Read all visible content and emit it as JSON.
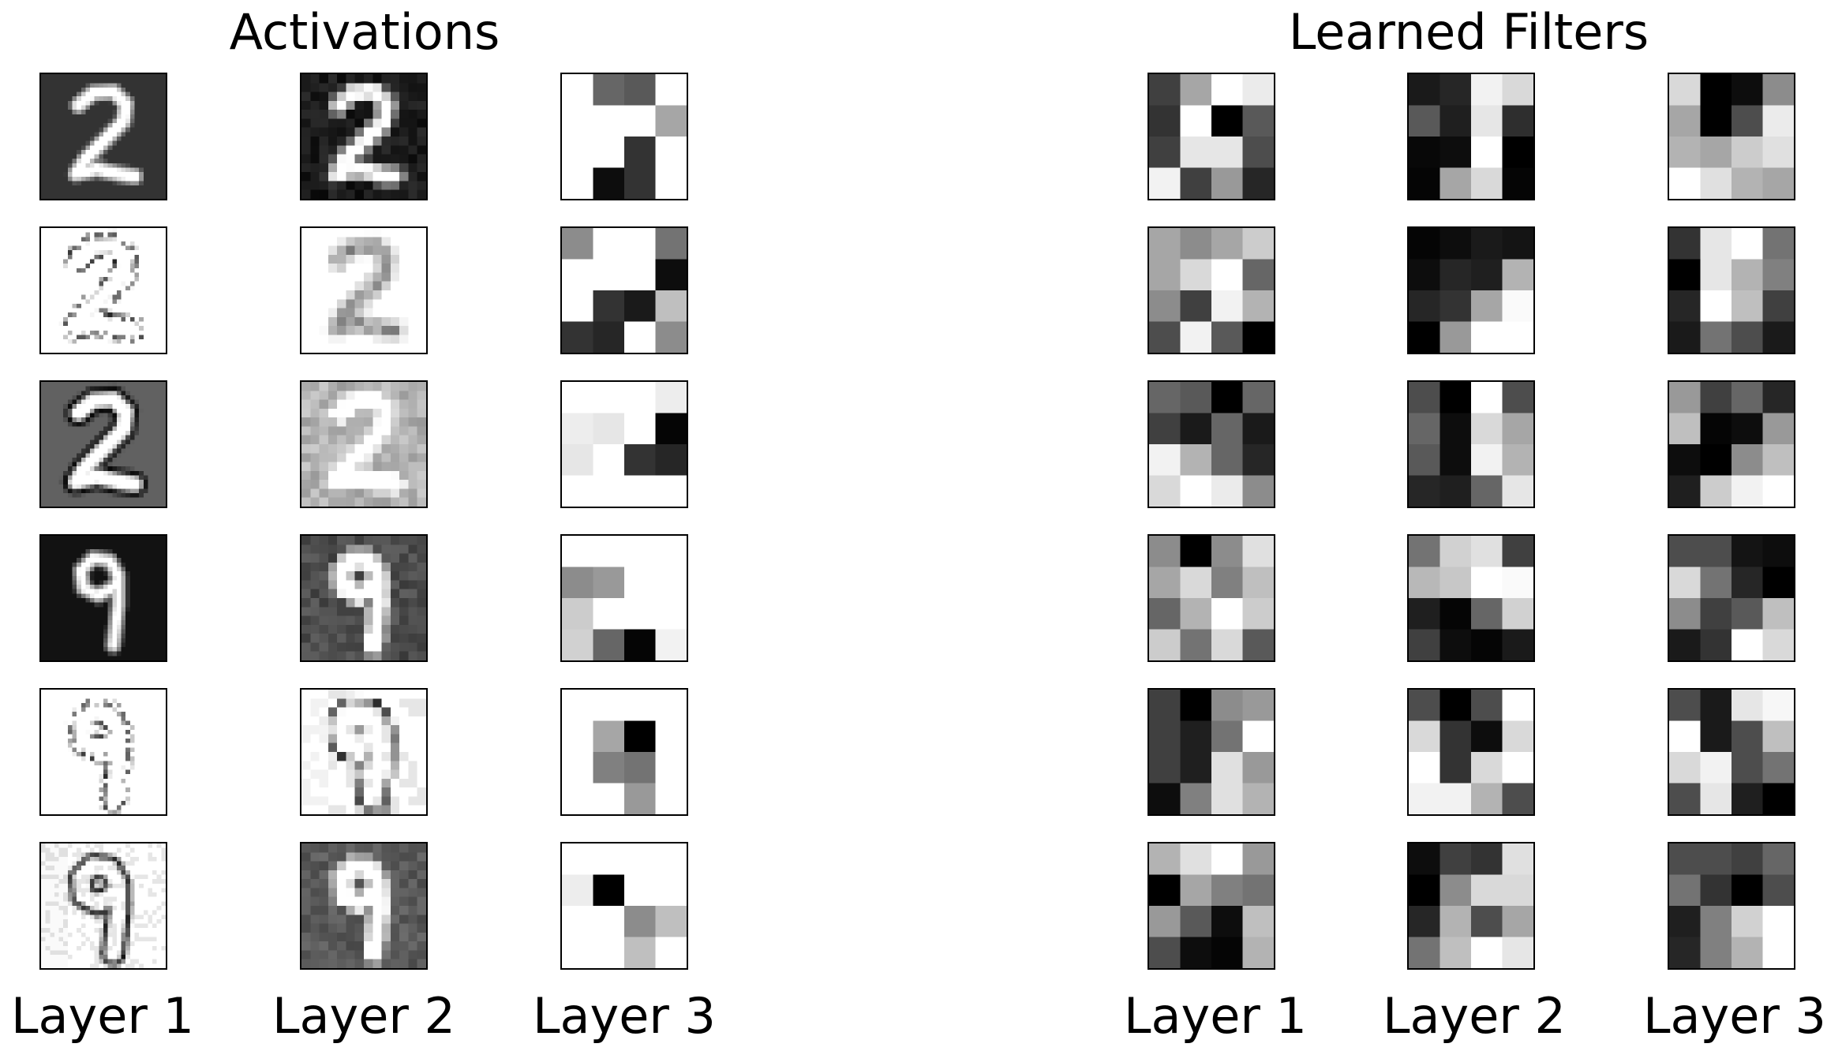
{
  "chart_data": [
    {
      "type": "heatmap",
      "title": "Activations",
      "columns": [
        "Layer 1",
        "Layer 2",
        "Layer 3"
      ],
      "colormap": "gray",
      "value_range": [
        0,
        1
      ],
      "tiles": [
        [
          {
            "size": [
              28,
              28
            ],
            "description": "digit 2 bright on dark gray background"
          },
          {
            "size": [
              14,
              14
            ],
            "description": "digit 2 white on dark mottled background"
          },
          {
            "size": [
              4,
              4
            ],
            "values": [
              [
                1,
                0.4,
                0.35,
                1
              ],
              [
                1,
                1,
                1,
                0.65
              ],
              [
                1,
                1,
                0.2,
                1
              ],
              [
                1,
                0.05,
                0.2,
                1
              ]
            ]
          }
        ],
        [
          {
            "size": [
              28,
              28
            ],
            "description": "sparse dark strokes of digit 2 on white"
          },
          {
            "size": [
              14,
              14
            ],
            "description": "faint gray digit 2 on white"
          },
          {
            "size": [
              4,
              4
            ],
            "values": [
              [
                0.55,
                1,
                1,
                0.45
              ],
              [
                1,
                1,
                1,
                0.05
              ],
              [
                1,
                0.2,
                0.1,
                0.75
              ],
              [
                0.2,
                0.15,
                1,
                0.55
              ]
            ]
          }
        ],
        [
          {
            "size": [
              28,
              28
            ],
            "description": "digit 2 white with dark edge on mid gray"
          },
          {
            "size": [
              14,
              14
            ],
            "description": "digit 2 white on light gray mottled background"
          },
          {
            "size": [
              4,
              4
            ],
            "values": [
              [
                1,
                1,
                1,
                0.93
              ],
              [
                0.93,
                0.9,
                1,
                0.02
              ],
              [
                0.9,
                1,
                0.2,
                0.15
              ],
              [
                1,
                1,
                1,
                1
              ]
            ]
          }
        ],
        [
          {
            "size": [
              28,
              28
            ],
            "description": "digit 9 bright on near-black background"
          },
          {
            "size": [
              14,
              14
            ],
            "description": "digit 9 white on dark gray background"
          },
          {
            "size": [
              4,
              4
            ],
            "values": [
              [
                1,
                1,
                1,
                1
              ],
              [
                0.55,
                0.6,
                1,
                1
              ],
              [
                0.8,
                1,
                1,
                1
              ],
              [
                0.82,
                0.4,
                0.02,
                0.95
              ]
            ]
          }
        ],
        [
          {
            "size": [
              28,
              28
            ],
            "description": "sparse dark strokes of digit 9 on white"
          },
          {
            "size": [
              14,
              14
            ],
            "description": "gray and dark outline of digit 9 on white"
          },
          {
            "size": [
              4,
              4
            ],
            "values": [
              [
                1,
                1,
                1,
                1
              ],
              [
                1,
                0.65,
                0,
                1
              ],
              [
                1,
                0.5,
                0.45,
                1
              ],
              [
                1,
                1,
                0.6,
                1
              ]
            ]
          }
        ],
        [
          {
            "size": [
              28,
              28
            ],
            "description": "dark outline of digit 9 on light gray"
          },
          {
            "size": [
              14,
              14
            ],
            "description": "digit 9 white on dark gray background"
          },
          {
            "size": [
              4,
              4
            ],
            "values": [
              [
                1,
                1,
                1,
                1
              ],
              [
                0.93,
                0,
                1,
                1
              ],
              [
                1,
                1,
                0.55,
                0.75
              ],
              [
                1,
                1,
                0.75,
                1
              ]
            ]
          }
        ]
      ]
    },
    {
      "type": "heatmap",
      "title": "Learned Filters",
      "columns": [
        "Layer 1",
        "Layer 2",
        "Layer 3"
      ],
      "colormap": "gray",
      "value_range": [
        0,
        1
      ],
      "tiles": [
        [
          {
            "size": [
              4,
              4
            ],
            "values": [
              [
                0.25,
                0.65,
                1,
                0.92
              ],
              [
                0.2,
                1,
                0,
                0.35
              ],
              [
                0.25,
                0.9,
                0.9,
                0.3
              ],
              [
                0.95,
                0.25,
                0.6,
                0.15
              ]
            ]
          },
          {
            "size": [
              4,
              4
            ],
            "values": [
              [
                0.1,
                0.15,
                0.95,
                0.85
              ],
              [
                0.35,
                0.12,
                0.9,
                0.18
              ],
              [
                0.03,
                0.05,
                1,
                0
              ],
              [
                0.02,
                0.65,
                0.85,
                0.02
              ]
            ]
          },
          {
            "size": [
              4,
              4
            ],
            "values": [
              [
                0.85,
                0,
                0.05,
                0.55
              ],
              [
                0.65,
                0,
                0.3,
                0.92
              ],
              [
                0.7,
                0.65,
                0.8,
                0.88
              ],
              [
                1,
                0.88,
                0.7,
                0.65
              ]
            ]
          }
        ],
        [
          {
            "size": [
              4,
              4
            ],
            "values": [
              [
                0.65,
                0.55,
                0.65,
                0.8
              ],
              [
                0.65,
                0.85,
                1,
                0.4
              ],
              [
                0.55,
                0.25,
                0.95,
                0.7
              ],
              [
                0.3,
                0.95,
                0.35,
                0
              ]
            ]
          },
          {
            "size": [
              4,
              4
            ],
            "values": [
              [
                0.02,
                0.05,
                0.1,
                0.08
              ],
              [
                0.05,
                0.15,
                0.12,
                0.7
              ],
              [
                0.15,
                0.2,
                0.65,
                0.98
              ],
              [
                0,
                0.6,
                1,
                1
              ]
            ]
          },
          {
            "size": [
              4,
              4
            ],
            "values": [
              [
                0.2,
                0.9,
                1,
                0.45
              ],
              [
                0,
                0.9,
                0.7,
                0.5
              ],
              [
                0.15,
                1,
                0.75,
                0.25
              ],
              [
                0.1,
                0.45,
                0.3,
                0.1
              ]
            ]
          }
        ],
        [
          {
            "size": [
              4,
              4
            ],
            "values": [
              [
                0.4,
                0.35,
                0,
                0.4
              ],
              [
                0.25,
                0.1,
                0.4,
                0.1
              ],
              [
                0.95,
                0.7,
                0.4,
                0.15
              ],
              [
                0.85,
                1,
                0.92,
                0.55
              ]
            ]
          },
          {
            "size": [
              4,
              4
            ],
            "values": [
              [
                0.3,
                0,
                1,
                0.3
              ],
              [
                0.4,
                0.05,
                0.85,
                0.65
              ],
              [
                0.35,
                0.05,
                0.95,
                0.7
              ],
              [
                0.15,
                0.12,
                0.4,
                0.9
              ]
            ]
          },
          {
            "size": [
              4,
              4
            ],
            "values": [
              [
                0.6,
                0.25,
                0.4,
                0.15
              ],
              [
                0.75,
                0.02,
                0.05,
                0.6
              ],
              [
                0.05,
                0,
                0.55,
                0.75
              ],
              [
                0.12,
                0.8,
                0.95,
                1
              ]
            ]
          }
        ],
        [
          {
            "size": [
              4,
              4
            ],
            "values": [
              [
                0.55,
                0,
                0.55,
                0.88
              ],
              [
                0.65,
                0.85,
                0.5,
                0.75
              ],
              [
                0.4,
                0.7,
                1,
                0.8
              ],
              [
                0.8,
                0.45,
                0.85,
                0.35
              ]
            ]
          },
          {
            "size": [
              4,
              4
            ],
            "values": [
              [
                0.45,
                0.82,
                0.88,
                0.25
              ],
              [
                0.72,
                0.78,
                1,
                0.98
              ],
              [
                0.12,
                0.02,
                0.4,
                0.82
              ],
              [
                0.25,
                0.05,
                0.02,
                0.1
              ]
            ]
          },
          {
            "size": [
              4,
              4
            ],
            "values": [
              [
                0.3,
                0.3,
                0.08,
                0.05
              ],
              [
                0.85,
                0.45,
                0.15,
                0
              ],
              [
                0.55,
                0.25,
                0.35,
                0.75
              ],
              [
                0.1,
                0.2,
                1,
                0.85
              ]
            ]
          }
        ],
        [
          {
            "size": [
              4,
              4
            ],
            "values": [
              [
                0.25,
                0,
                0.55,
                0.6
              ],
              [
                0.25,
                0.12,
                0.45,
                1
              ],
              [
                0.25,
                0.12,
                0.88,
                0.6
              ],
              [
                0.05,
                0.5,
                0.88,
                0.7
              ]
            ]
          },
          {
            "size": [
              4,
              4
            ],
            "values": [
              [
                0.3,
                0,
                0.3,
                1
              ],
              [
                0.85,
                0.2,
                0.05,
                0.85
              ],
              [
                1,
                0.2,
                0.85,
                1
              ],
              [
                0.95,
                0.95,
                0.7,
                0.3
              ]
            ]
          },
          {
            "size": [
              4,
              4
            ],
            "values": [
              [
                0.3,
                0.1,
                0.9,
                0.97
              ],
              [
                1,
                0.1,
                0.3,
                0.75
              ],
              [
                0.85,
                0.95,
                0.3,
                0.45
              ],
              [
                0.3,
                0.9,
                0.12,
                0
              ]
            ]
          }
        ],
        [
          {
            "size": [
              4,
              4
            ],
            "values": [
              [
                0.7,
                0.88,
                1,
                0.6
              ],
              [
                0,
                0.65,
                0.5,
                0.45
              ],
              [
                0.6,
                0.35,
                0.05,
                0.75
              ],
              [
                0.3,
                0.05,
                0.02,
                0.7
              ]
            ]
          },
          {
            "size": [
              4,
              4
            ],
            "values": [
              [
                0.05,
                0.25,
                0.2,
                0.88
              ],
              [
                0,
                0.55,
                0.85,
                0.85
              ],
              [
                0.15,
                0.7,
                0.3,
                0.65
              ],
              [
                0.45,
                0.75,
                1,
                0.9
              ]
            ]
          },
          {
            "size": [
              4,
              4
            ],
            "values": [
              [
                0.3,
                0.3,
                0.25,
                0.4
              ],
              [
                0.45,
                0.2,
                0,
                0.3
              ],
              [
                0.12,
                0.5,
                0.82,
                1
              ],
              [
                0.15,
                0.5,
                0.7,
                1
              ]
            ]
          }
        ]
      ]
    }
  ]
}
